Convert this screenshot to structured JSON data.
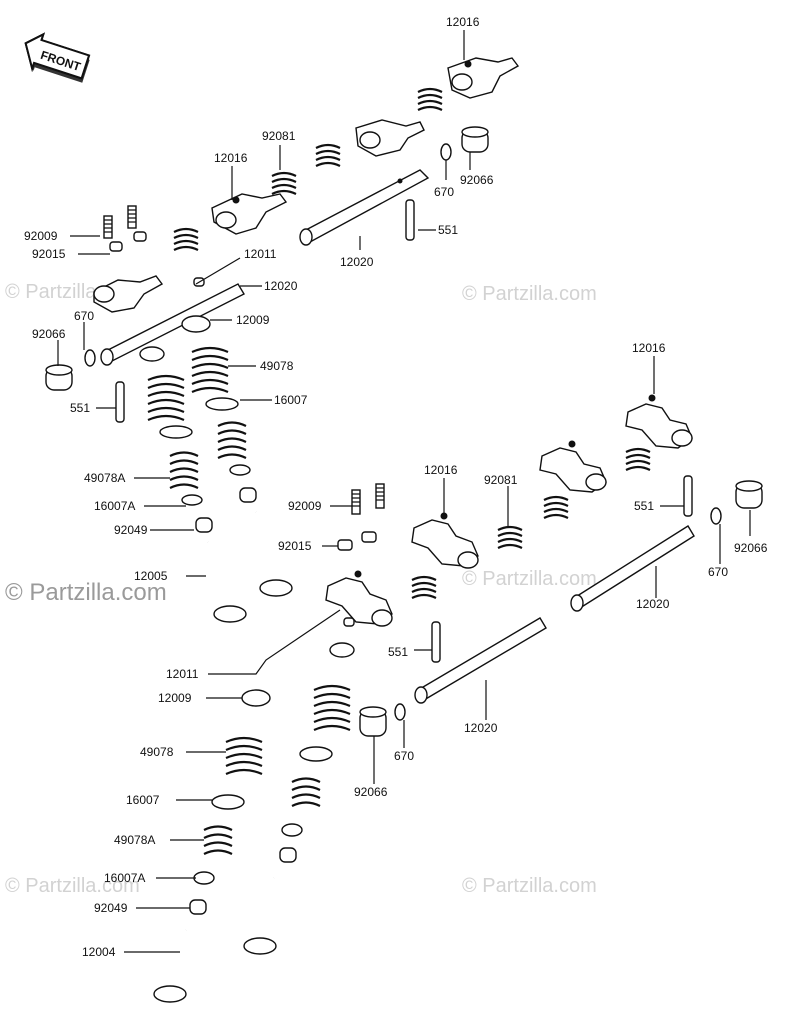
{
  "front_badge": "FRONT",
  "watermarks": {
    "text": "© Partzilla.com"
  },
  "labels": {
    "p12016_a": "12016",
    "p92081_a": "92081",
    "p12016_b": "12016",
    "p92066_a": "92066",
    "p670_a": "670",
    "p551_a": "551",
    "p12020_a": "12020",
    "p92009_a": "92009",
    "p92015_a": "92015",
    "p12011_a": "12011",
    "p12020_b": "12020",
    "p670_b": "670",
    "p92066_b": "92066",
    "p12009_a": "12009",
    "p49078_a": "49078",
    "p16007_a": "16007",
    "p551_b": "551",
    "p49078A_a": "49078A",
    "p16007A_a": "16007A",
    "p92049_a": "92049",
    "p12005": "12005",
    "p12016_c": "12016",
    "p12016_d": "12016",
    "p92081_b": "92081",
    "p92009_b": "92009",
    "p92015_b": "92015",
    "p551_c": "551",
    "p92066_c": "92066",
    "p670_c": "670",
    "p12020_c": "12020",
    "p551_d": "551",
    "p12011_b": "12011",
    "p12020_d": "12020",
    "p12009_b": "12009",
    "p49078_b": "49078",
    "p670_d": "670",
    "p92066_d": "92066",
    "p16007_b": "16007",
    "p49078A_b": "49078A",
    "p16007A_b": "16007A",
    "p92049_b": "92049",
    "p12004": "12004"
  }
}
